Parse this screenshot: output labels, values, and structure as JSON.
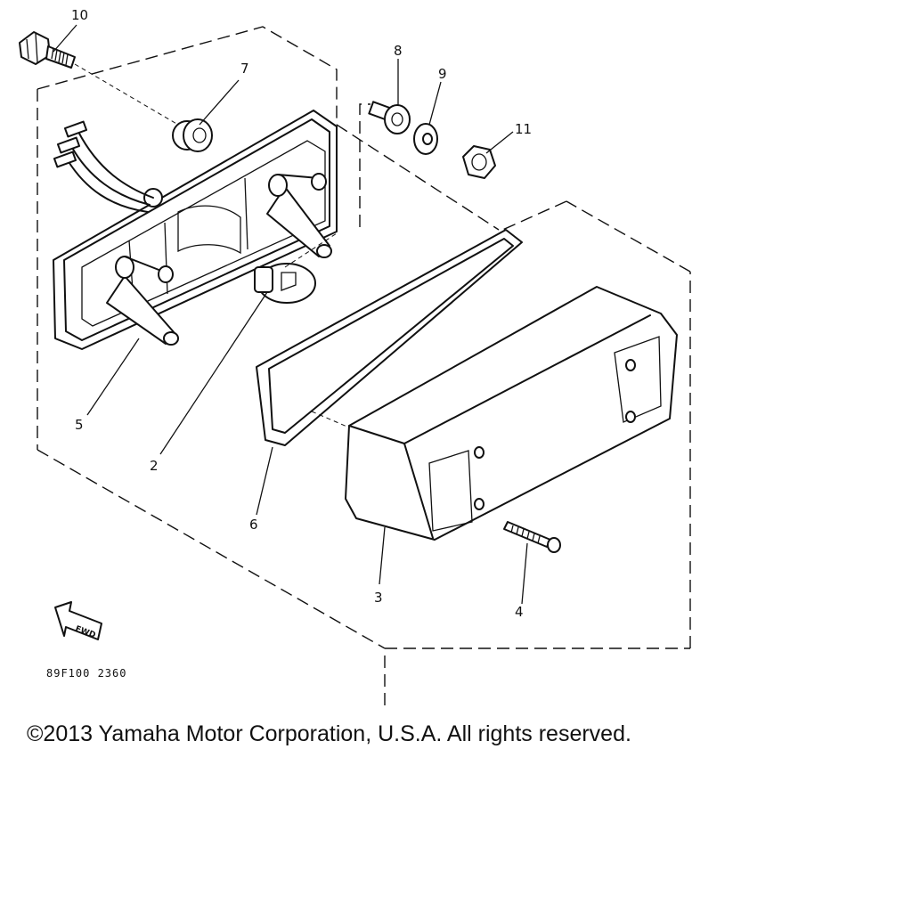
{
  "diagram": {
    "callouts": {
      "p2": "2",
      "p3": "3",
      "p4": "4",
      "p5": "5",
      "p6": "6",
      "p7": "7",
      "p8": "8",
      "p9": "9",
      "p10": "10",
      "p11": "11"
    },
    "direction_label": "FWD",
    "drawing_code": "89F100 2360"
  },
  "footer": {
    "copyright": "©2013 Yamaha Motor Corporation, U.S.A. All rights reserved."
  }
}
